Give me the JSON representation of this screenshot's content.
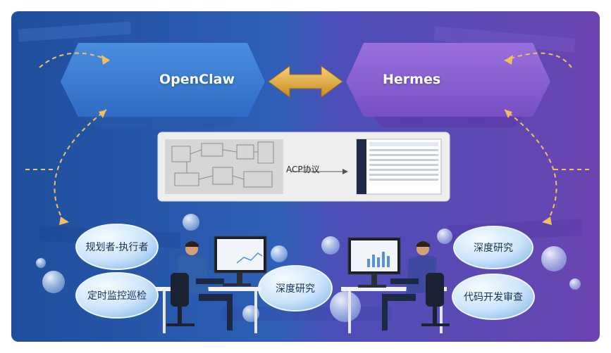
{
  "left_box": {
    "title": "OpenClaw"
  },
  "right_box": {
    "title": "Hermes"
  },
  "protocol": {
    "label": "ACP协议"
  },
  "left_bubbles": [
    {
      "text": "规划者-执行者"
    },
    {
      "text": "定时监控巡检"
    }
  ],
  "center_bubble": {
    "text": "深度研究"
  },
  "right_bubbles": [
    {
      "text": "深度研究"
    },
    {
      "text": "代码开发审查"
    }
  ],
  "colors": {
    "left_bg": "#2a5fb0",
    "right_bg": "#6a48b8",
    "left_box": "#3b7fd4",
    "right_box": "#8a5fd0",
    "arrow_gold": "#e0a93a"
  }
}
